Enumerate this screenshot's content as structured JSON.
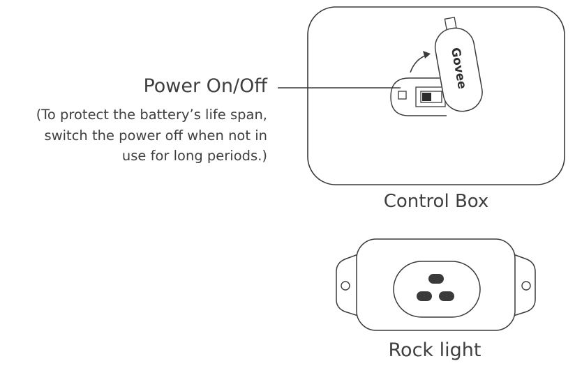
{
  "power_switch": {
    "title": "Power On/Off",
    "note": [
      "(To protect the battery’s life span,",
      "switch the power off when not in",
      "use for long periods.)"
    ]
  },
  "control_box": {
    "caption": "Control Box",
    "logo_text": "Govee"
  },
  "rock_light": {
    "caption": "Rock light"
  },
  "colors": {
    "line": "#3a3a3a",
    "background": "#ffffff"
  }
}
